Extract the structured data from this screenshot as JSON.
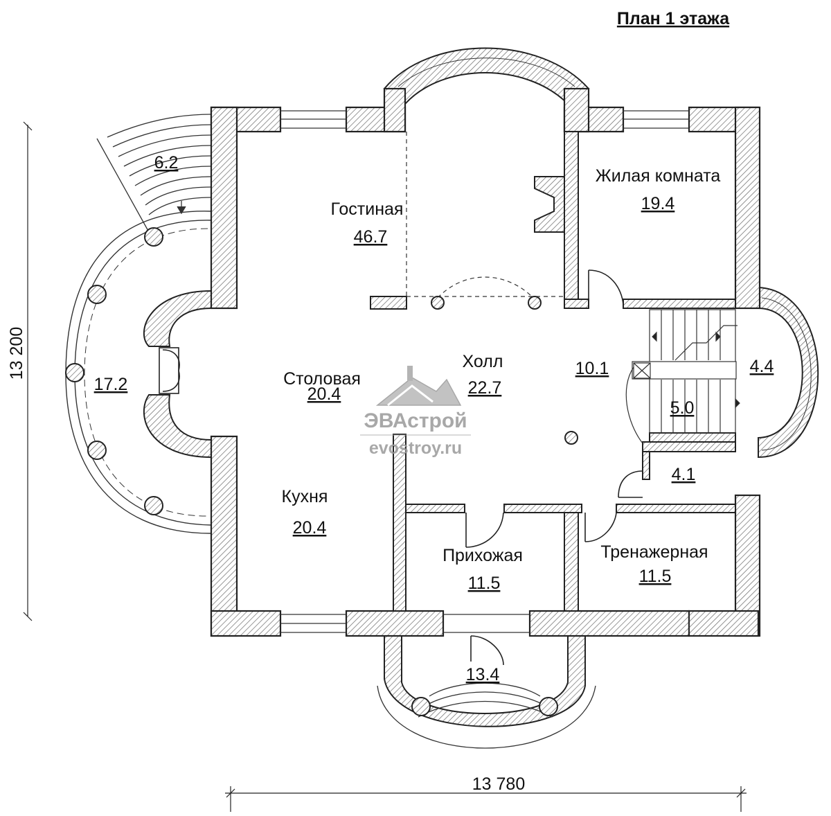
{
  "title": "План 1 этажа",
  "dimensions": {
    "width": "13 780",
    "height": "13 200"
  },
  "rooms": [
    {
      "name": "Гостиная",
      "area": "46.7"
    },
    {
      "name": "Жилая комната",
      "area": "19.4"
    },
    {
      "name": "Столовая",
      "area": "20.4"
    },
    {
      "name": "Холл",
      "area": "22.7"
    },
    {
      "name": "Кухня",
      "area": "20.4"
    },
    {
      "name": "Прихожая",
      "area": "11.5"
    },
    {
      "name": "Тренажерная",
      "area": "11.5"
    }
  ],
  "areas": {
    "terrace_stairs": "6.2",
    "terrace_round": "17.2",
    "porch": "13.4",
    "stair_hall": "10.1",
    "bay": "4.4",
    "stair": "5.0",
    "closet": "4.1"
  },
  "watermark": {
    "brand": "ЭВАстрой",
    "site": "evostroy.ru"
  }
}
